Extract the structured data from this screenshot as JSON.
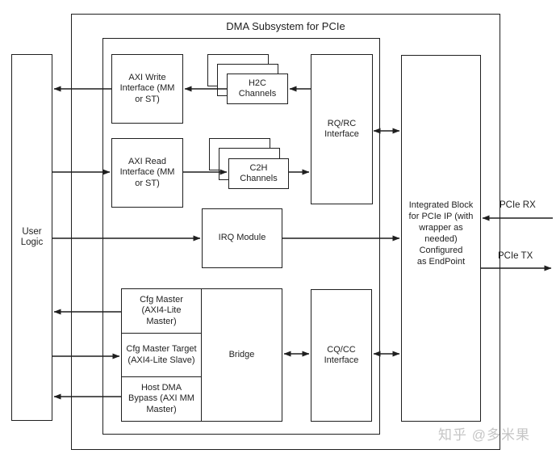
{
  "diagram": {
    "title": "DMA Subsystem for PCIe",
    "blocks": {
      "user_logic": "User\nLogic",
      "axi_write": "AXI Write\nInterface (MM\nor ST)",
      "axi_read": "AXI Read\nInterface (MM\nor ST)",
      "h2c_channels": "H2C\nChannels",
      "c2h_channels": "C2H\nChannels",
      "rq_rc_interface": "RQ/RC\nInterface",
      "irq_module": "IRQ Module",
      "cfg_master": "Cfg Master\n(AXI4-Lite\nMaster)",
      "cfg_master_target": "Cfg Master Target\n(AXI4-Lite Slave)",
      "host_dma_bypass": "Host DMA\nBypass (AXI MM\nMaster)",
      "bridge": "Bridge",
      "cq_cc_interface": "CQ/CC\nInterface",
      "integrated_block": "Integrated Block\nfor PCIe IP (with\nwrapper as\nneeded)\nConfigured\nas EndPoint"
    },
    "ports": {
      "pcie_rx": "PCIe RX",
      "pcie_tx": "PCIe TX"
    },
    "connections": [
      {
        "from": "rq_rc_interface",
        "to": "h2c_channels",
        "direction": "one-way"
      },
      {
        "from": "h2c_channels",
        "to": "axi_write",
        "direction": "one-way"
      },
      {
        "from": "axi_write",
        "to": "user_logic",
        "direction": "one-way"
      },
      {
        "from": "user_logic",
        "to": "axi_read",
        "direction": "one-way"
      },
      {
        "from": "axi_read",
        "to": "c2h_channels",
        "direction": "one-way"
      },
      {
        "from": "c2h_channels",
        "to": "rq_rc_interface",
        "direction": "one-way"
      },
      {
        "from": "rq_rc_interface",
        "to": "integrated_block",
        "direction": "two-way"
      },
      {
        "from": "user_logic",
        "to": "irq_module",
        "direction": "one-way"
      },
      {
        "from": "irq_module",
        "to": "integrated_block",
        "direction": "one-way"
      },
      {
        "from": "cfg_master",
        "to": "user_logic",
        "direction": "one-way"
      },
      {
        "from": "user_logic",
        "to": "cfg_master_target",
        "direction": "one-way"
      },
      {
        "from": "host_dma_bypass",
        "to": "user_logic",
        "direction": "one-way"
      },
      {
        "from": "bridge",
        "to": "cq_cc_interface",
        "direction": "two-way"
      },
      {
        "from": "cq_cc_interface",
        "to": "integrated_block",
        "direction": "two-way"
      },
      {
        "from": "pcie_rx_port",
        "to": "integrated_block",
        "direction": "one-way"
      },
      {
        "from": "integrated_block",
        "to": "pcie_tx_port",
        "direction": "one-way"
      }
    ],
    "watermark": "知乎 @多米果",
    "colors": {
      "line": "#1f1f1f",
      "text": "#222222",
      "background": "#ffffff",
      "watermark": "#c5c5c5"
    }
  }
}
